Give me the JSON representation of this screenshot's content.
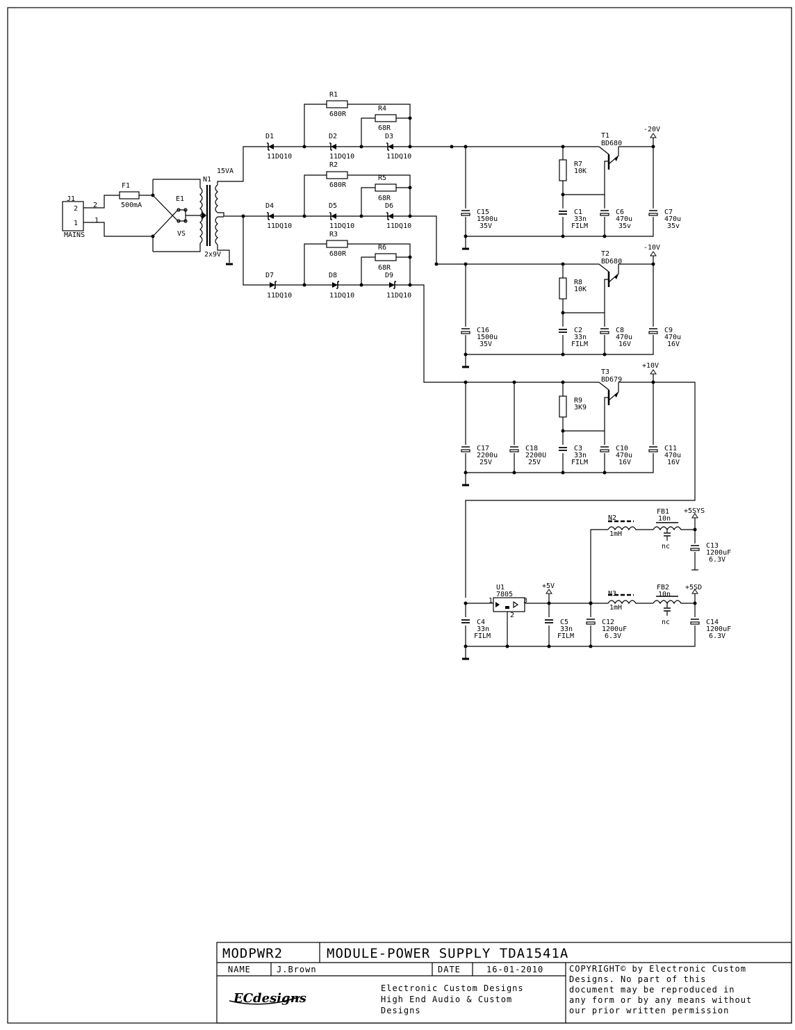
{
  "labels": {
    "J1": "J1",
    "J1_pin2": "2",
    "J1_pin1": "1",
    "J1_name": "MAINS",
    "J1_net1": "1",
    "J1_net2": "2",
    "F1": "F1",
    "F1_val": "500mA",
    "E1": "E1",
    "E1_val": "VS",
    "N1": "N1",
    "N1_va": "15VA",
    "N1_sec": "2x9V",
    "R1": "R1",
    "R1_val": "680R",
    "R2": "R2",
    "R2_val": "680R",
    "R3": "R3",
    "R3_val": "680R",
    "R4": "R4",
    "R4_val": "68R",
    "R5": "R5",
    "R5_val": "68R",
    "R6": "R6",
    "R6_val": "68R",
    "D1": "D1",
    "D2": "D2",
    "D3": "D3",
    "D4": "D4",
    "D5": "D5",
    "D6": "D6",
    "D7": "D7",
    "D8": "D8",
    "D9": "D9",
    "diode_val": "11DQ10",
    "T1": "T1",
    "T1_val": "BD680",
    "T2": "T2",
    "T2_val": "BD680",
    "T3": "T3",
    "T3_val": "BD679",
    "rail_m20": "-20V",
    "rail_m10": "-10V",
    "rail_p10": "+10V",
    "R7": "R7",
    "R7_val": "10K",
    "R8": "R8",
    "R8_val": "10K",
    "R9": "R9",
    "R9_val": "3K9",
    "C15": "C15",
    "C15_val": "1500u",
    "C15_v": "35V",
    "C16": "C16",
    "C16_val": "1500u",
    "C16_v": "35V",
    "C17": "C17",
    "C17_val": "2200u",
    "C17_v": "25V",
    "C18": "C18",
    "C18_val": "2200U",
    "C18_v": "25V",
    "C1": "C1",
    "C1_val": "33n",
    "C1_t": "FILM",
    "C2": "C2",
    "C2_val": "33n",
    "C2_t": "FILM",
    "C3": "C3",
    "C3_val": "33n",
    "C3_t": "FILM",
    "C6": "C6",
    "C6_val": "470u",
    "C6_v": "35v",
    "C7": "C7",
    "C7_val": "470u",
    "C7_v": "35v",
    "C8": "C8",
    "C8_val": "470u",
    "C8_v": "16V",
    "C9": "C9",
    "C9_val": "470u",
    "C9_v": "16V",
    "C10": "C10",
    "C10_val": "470u",
    "C10_v": "16V",
    "C11": "C11",
    "C11_val": "470u",
    "C11_v": "16V",
    "U1": "U1",
    "U1_val": "7805",
    "U1_p1": "1",
    "U1_p2": "2",
    "U1_p3": "3",
    "rail_p5": "+5V",
    "C4": "C4",
    "C4_val": "33n",
    "C4_t": "FILM",
    "C5": "C5",
    "C5_val": "33n",
    "C5_t": "FILM",
    "C12": "C12",
    "C12_val": "1200uF",
    "C12_v": "6.3V",
    "N2": "N2",
    "N2_val": "1mH",
    "N3": "N3",
    "N3_val": "1mH",
    "FB1": "FB1",
    "FB1_val": "10n",
    "FB1_nc": "nc",
    "FB2": "FB2",
    "FB2_val": "10n",
    "FB2_nc": "nc",
    "rail_5sys": "+5SYS",
    "rail_5sd": "+5SD",
    "C13": "C13",
    "C13_val": "1200uF",
    "C13_v": "6.3V",
    "C14": "C14",
    "C14_val": "1200uF",
    "C14_v": "6.3V"
  },
  "title_block": {
    "doc_id": "MODPWR2",
    "doc_title": "MODULE-POWER SUPPLY TDA1541A",
    "name_label": "NAME",
    "name_value": "J.Brown",
    "date_label": "DATE",
    "date_value": "16-01-2010",
    "company_line1": "Electronic Custom Designs",
    "company_line2": "High End Audio  &  Custom",
    "company_line3": "Designs",
    "copyright_line1": "COPYRIGHT© by Electronic Custom",
    "copyright_line2": "Designs. No part of this",
    "copyright_line3": "document may be reproduced in",
    "copyright_line4": "any form or by any means without",
    "copyright_line5": "our prior written permission",
    "logo_text": "ECdesigns"
  }
}
